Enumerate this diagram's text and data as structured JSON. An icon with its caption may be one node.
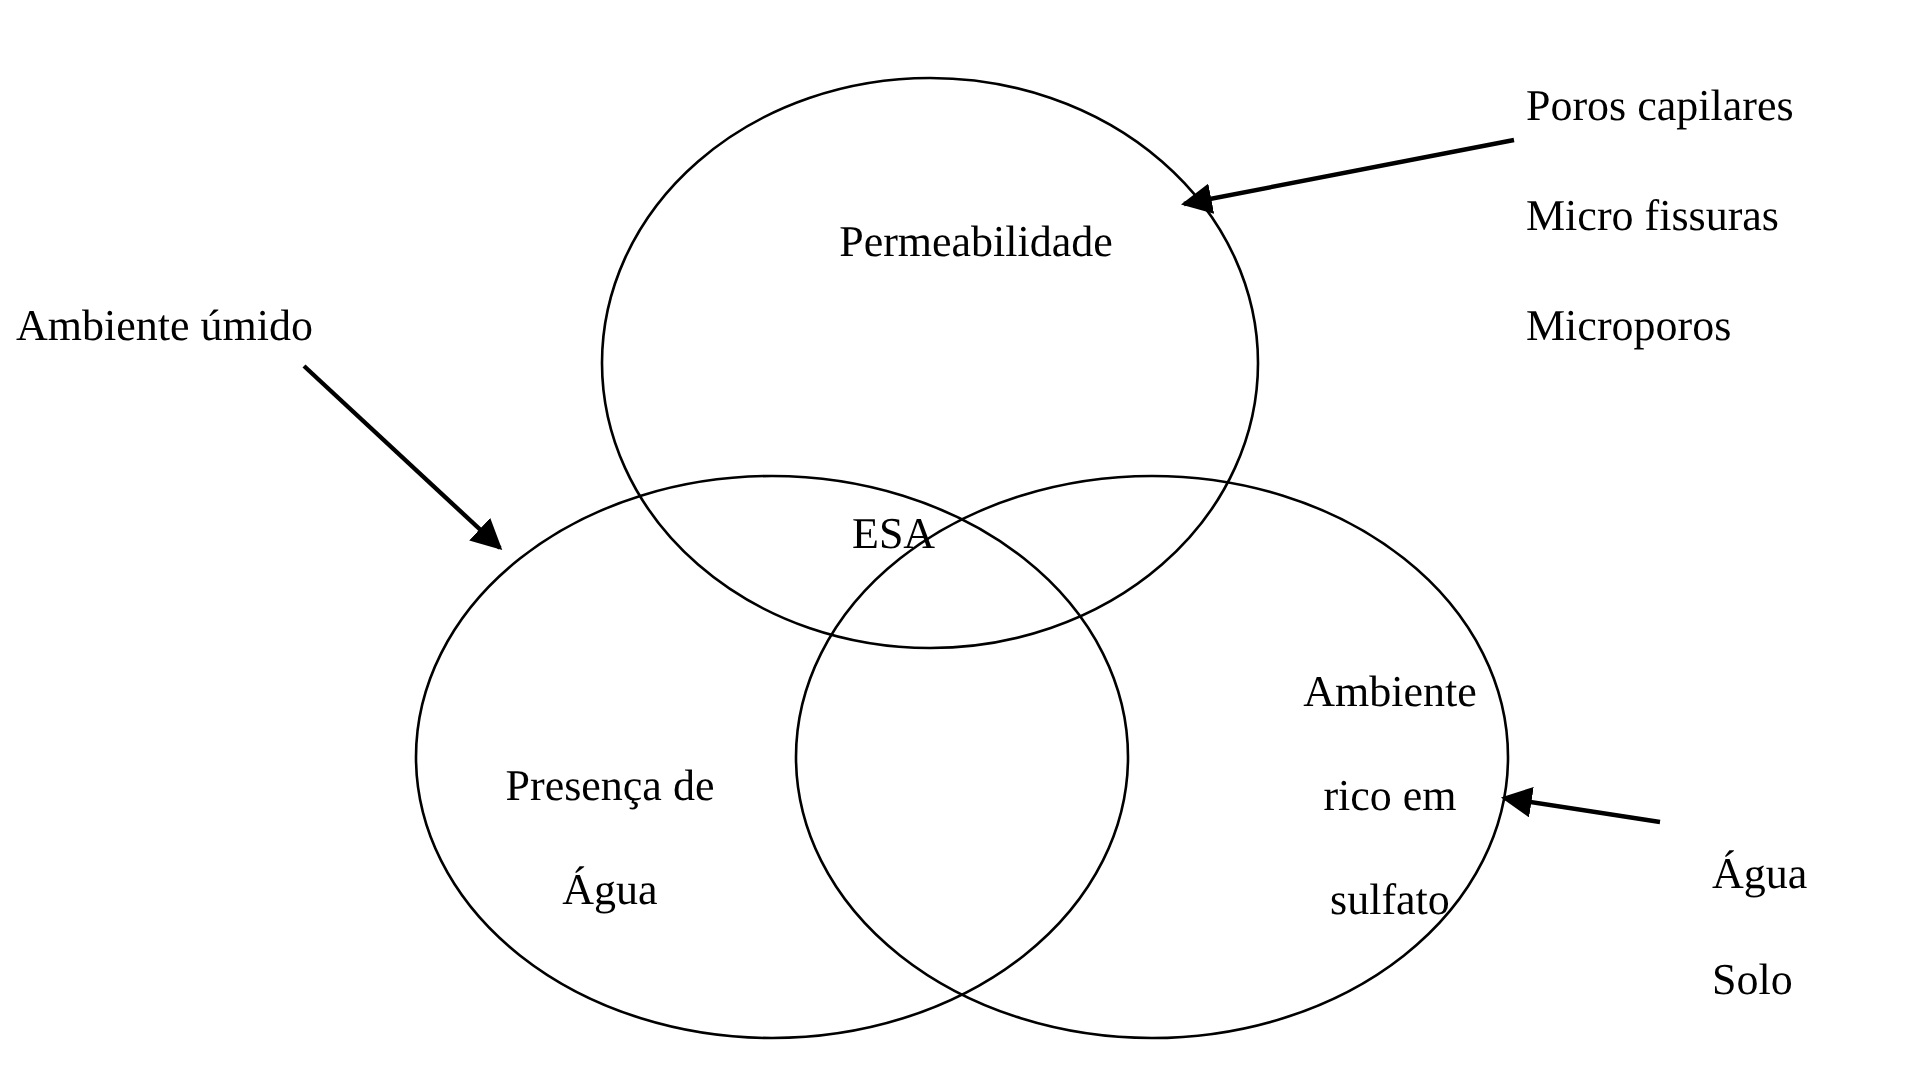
{
  "diagram": {
    "nodes": [
      {
        "text": [
          "Permeabilidade"
        ]
      },
      {
        "text": [
          "Presença de Água"
        ]
      },
      {
        "text": [
          "Ambiente rico em sulfato"
        ]
      },
      {
        "text": [
          "ESA"
        ]
      },
      {
        "text": [
          "Poros capilares",
          "Micro fissuras",
          "Microporos"
        ]
      },
      {
        "text": [
          "Ambiente úmido"
        ]
      },
      {
        "text": [
          "Água",
          "Solo"
        ]
      }
    ],
    "edges": [
      {
        "from": 4,
        "to": 0,
        "arrow": "to"
      },
      {
        "from": 5,
        "to": 1,
        "arrow": "to"
      },
      {
        "from": 6,
        "to": 2,
        "arrow": "to"
      }
    ]
  }
}
